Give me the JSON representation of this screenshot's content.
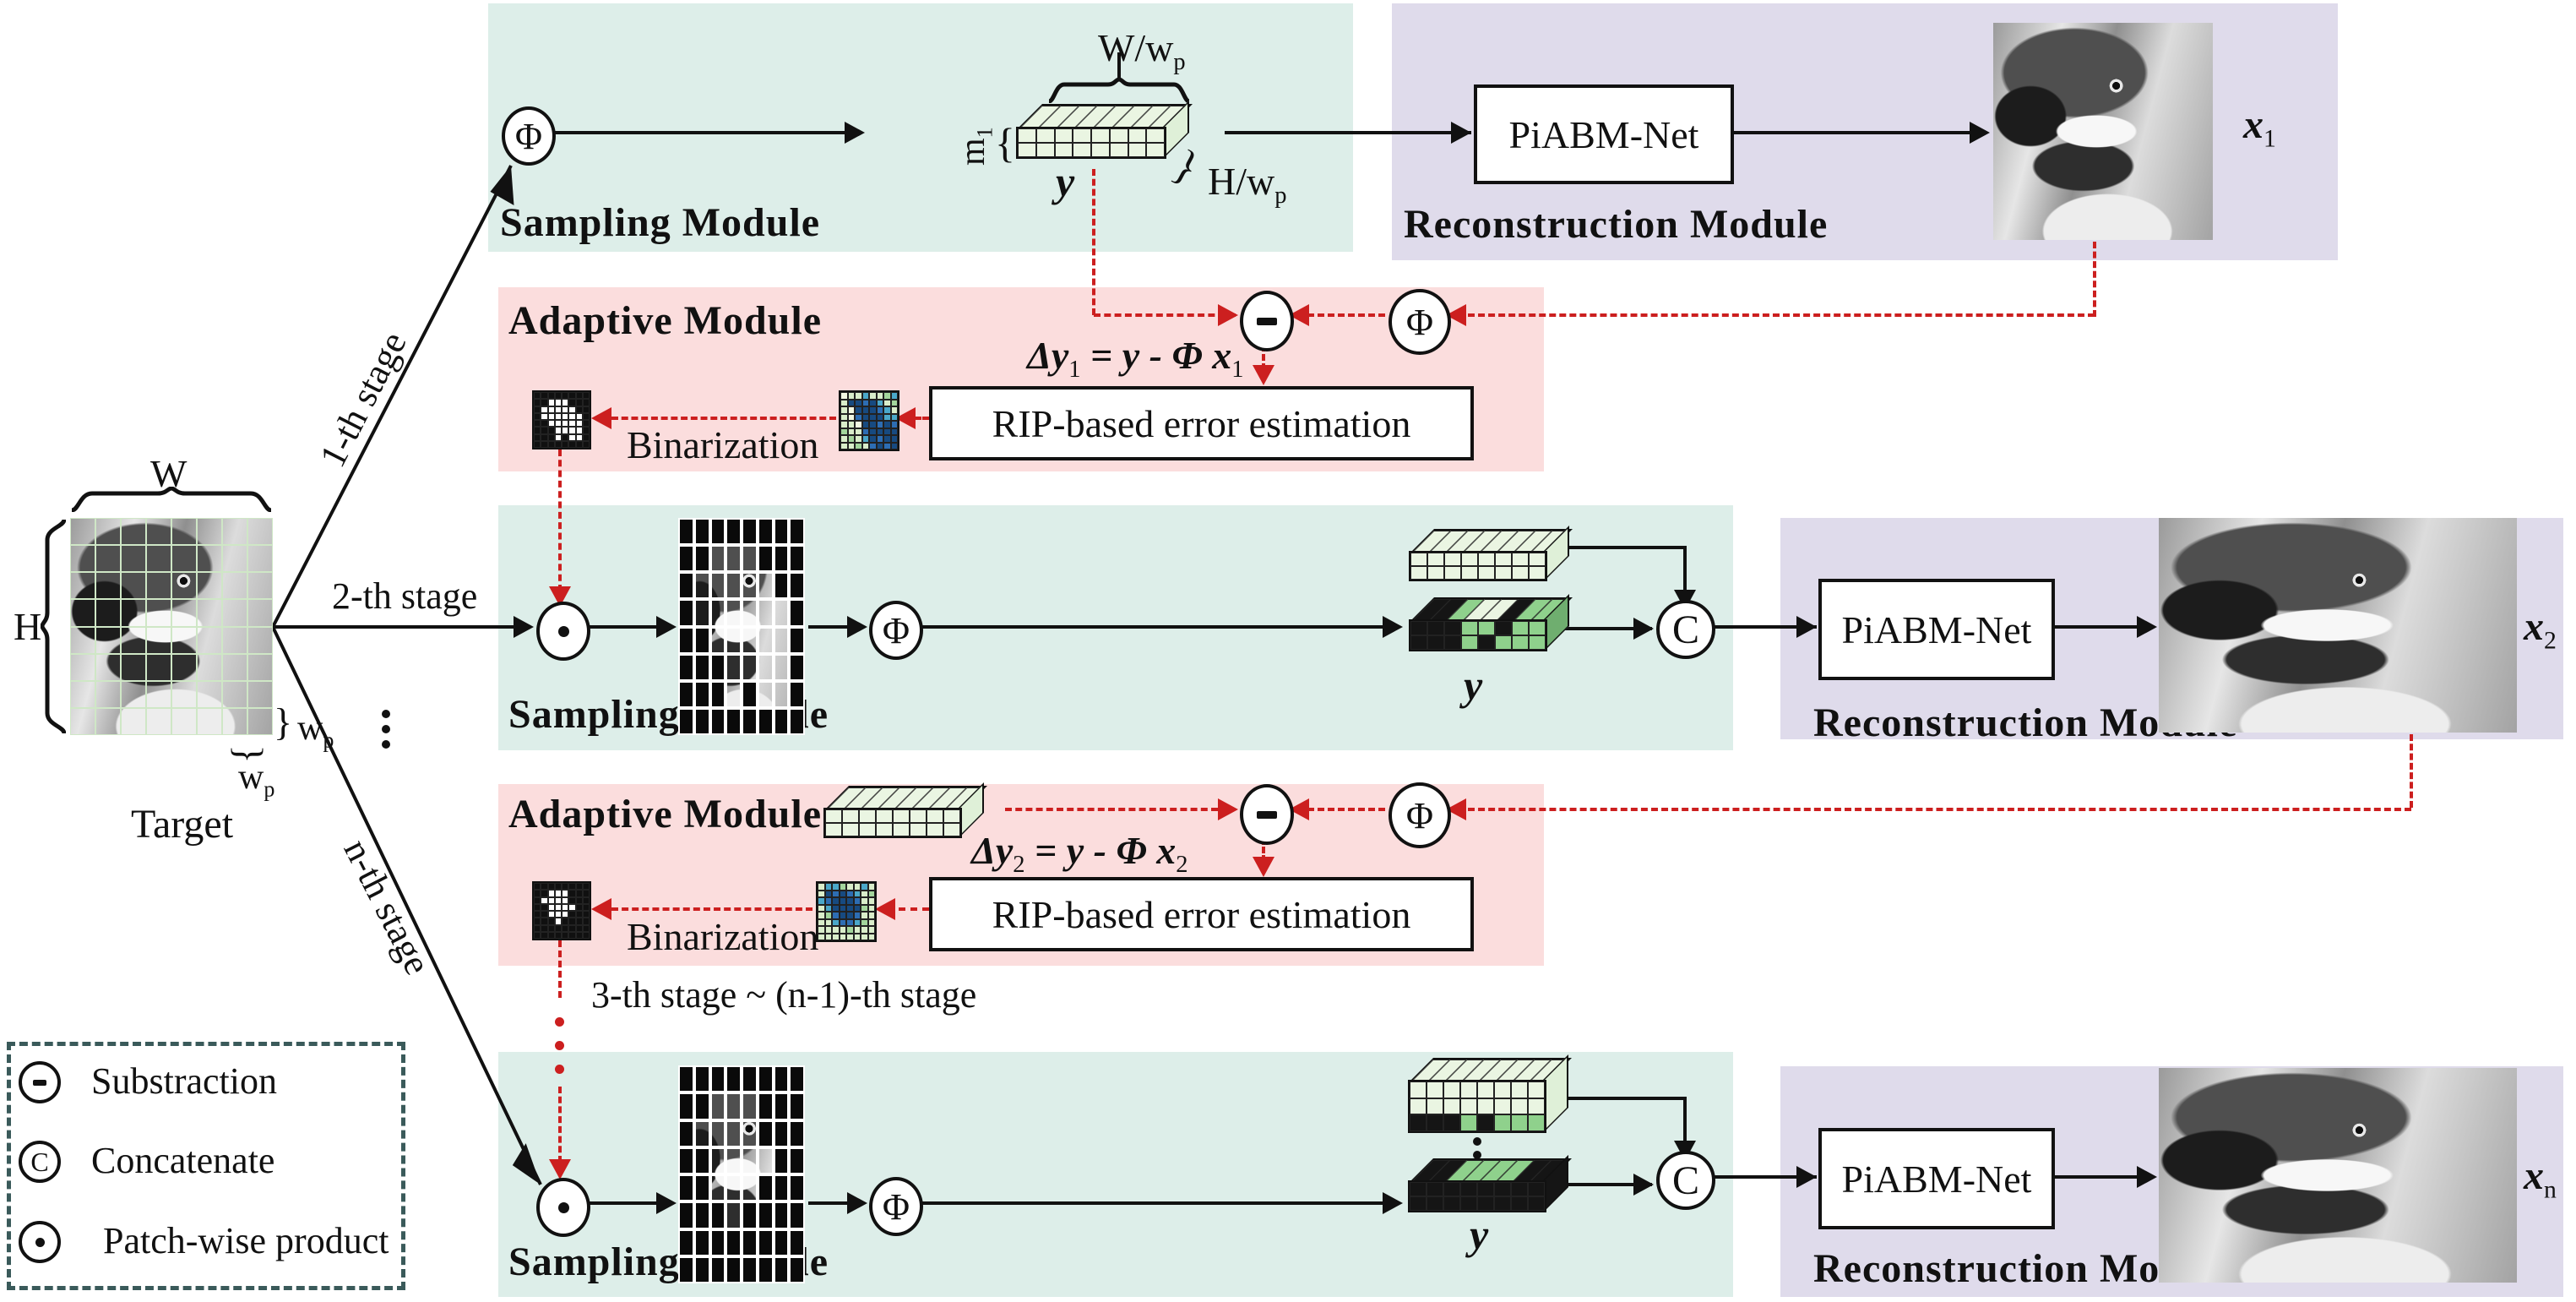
{
  "modules": {
    "sampling": "Sampling Module",
    "adaptive": "Adaptive Module",
    "reconstruction": "Reconstruction Module",
    "net": "PiABM-Net",
    "rip": "RIP-based error estimation",
    "binarization": "Binarization"
  },
  "ops": {
    "phi": "Φ",
    "concat": "C"
  },
  "labels": {
    "target": "Target",
    "W": "W",
    "H": "H",
    "wp": {
      "base": "w",
      "sub": "p"
    },
    "w_over_wp": {
      "base": "W/w",
      "sub": "p"
    },
    "h_over_wp": {
      "base": "H/w",
      "sub": "p"
    },
    "m1": {
      "base": "m",
      "sub": "1"
    },
    "y": "y",
    "x1": {
      "base": "x",
      "sub": "1"
    },
    "x2": {
      "base": "x",
      "sub": "2"
    },
    "xn": {
      "base": "x",
      "sub": "n"
    }
  },
  "stages": {
    "s1": "1-th stage",
    "s2": "2-th stage",
    "sn": "n-th stage",
    "range": "3-th stage ~ (n-1)-th stage"
  },
  "formulas": {
    "f1": {
      "a": "Δy",
      "asub": "1",
      "b": " = y - Φ x",
      "bsub": "1"
    },
    "f2": {
      "a": "Δy",
      "asub": "2",
      "b": " = y - Φ x",
      "bsub": "2"
    }
  },
  "legend": {
    "items": [
      {
        "label": "Substraction"
      },
      {
        "label": "Concatenate"
      },
      {
        "label": "Patch-wise product"
      }
    ]
  },
  "colors": {
    "sampling_bg": "#ddeee9",
    "reconstruction_bg": "#dfdbeb",
    "adaptive_bg": "#fbdddd",
    "arrow_red": "#cc1f1f",
    "cell_pale": "#eaf5e2",
    "cell_green": "#8fd18c",
    "heat_navy": "#174a80"
  },
  "palettes": {
    "mask": {
      "K": "#101010",
      "W": "#ffffff"
    },
    "img": {
      "K": "#0a0a0a",
      "W": "transparent"
    },
    "heat": {
      "N": "#174a80",
      "B": "#2d6db3",
      "T": "#4aa7c9",
      "G": "#a3d59c",
      "P": "#d9edca",
      "C": "#f2f7e2"
    },
    "stack": {
      "K": "#151515",
      "P": "#eaf5e2",
      "G": "#8fd18c"
    }
  },
  "grids": {
    "target_grid": [
      "WWWWWWWW",
      "WWWWWWWW",
      "WWWWWWWW",
      "WWWWWWWW",
      "WWWWWWWW",
      "WWWWWWWW",
      "WWWWWWWW",
      "WWWWWWWW"
    ],
    "cuboid_y1_front": [
      "PPPPPPPP",
      "PPPPPPPP"
    ],
    "cuboid_y1_top": [
      "PPPPPPPP"
    ],
    "mask1": [
      "KKKKKKKK",
      "KKWWWKKK",
      "KWWWWWKK",
      "KWWWWWWK",
      "KKWWWWWK",
      "KKKWWWWK",
      "KKKWKWWK",
      "KKKKKKKK"
    ],
    "heat1": [
      "CPPTPPGT",
      "PNNBNTPG",
      "PCNNNBTP",
      "PCBNNNTT",
      "PPCNNBNB",
      "GPPBNNNN",
      "PGPTNBNN",
      "PPGPBNBN"
    ],
    "mask2": [
      "KKKKKKKK",
      "KKWWWKKK",
      "KWWWWKKK",
      "KKWWWWKK",
      "KKWWWKKK",
      "KKKWKKKK",
      "KKKKKKKK",
      "KKKKKKKK"
    ],
    "heat2": [
      "PTTGPPTP",
      "PNBNBTPG",
      "TBNNNBPP",
      "PTNNNNGP",
      "PGBNNBPP",
      "PPTBBTGP",
      "PPPPGPPP",
      "PPPPPPPP"
    ],
    "masked_img2": [
      "KKKKKKKK",
      "KKWWWKKK",
      "KWWWWWKK",
      "KWWWWWWK",
      "KKWWWWWK",
      "KKKWWWWK",
      "KKKWKWWK",
      "KKKKKKKK"
    ],
    "masked_img3": [
      "KKKKKKKK",
      "KKWWWKKK",
      "KWWWWKKK",
      "KKWWWWKK",
      "KKWWWKKK",
      "KKKWKKKK",
      "KKKKKKKK",
      "KKKKKKKK"
    ],
    "stack2_top_front": [
      "PPPPPPPP",
      "PPPPPPPP"
    ],
    "stack2_top_topface": [
      "PPPPPPPP"
    ],
    "stack2_bot_front": [
      "KKKGGKGG",
      "KKKGKGGG"
    ],
    "stack2_bot_topface": [
      "KKGPPKGG"
    ],
    "ad2_cuboid_front": [
      "PPPPPPPP",
      "PPPPPPPP"
    ],
    "ad2_cuboid_topface": [
      "PPPPPPPP"
    ],
    "stack3_top_front": [
      "PPPPPPPP",
      "PPPPPPPP",
      "KKKGKGGG"
    ],
    "stack3_top_topface": [
      "PPPPPPPP"
    ],
    "stack3_bot_front": [
      "KKKKKKKK",
      "KKKKKKKK"
    ],
    "stack3_bot_topface": [
      "KKGGGGKK"
    ]
  }
}
